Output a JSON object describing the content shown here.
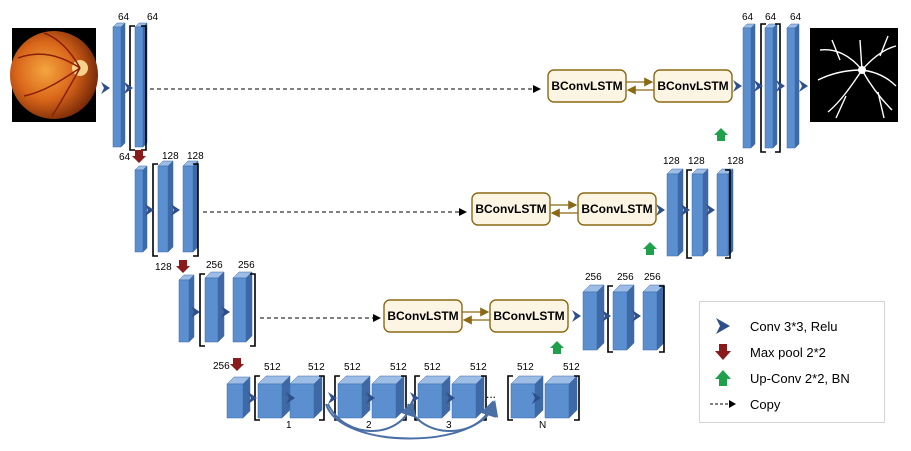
{
  "retina_image": "retina-fundus-photo",
  "vessel_mask_image": "vessel-segmentation-mask",
  "block_label": "BConvLSTM",
  "channels": {
    "l1_enc": [
      "64",
      "64"
    ],
    "l1_pool": "64",
    "l2_enc": [
      "128",
      "128"
    ],
    "l2_pool": "128",
    "l3_enc": [
      "256",
      "256"
    ],
    "l3_pool": "256",
    "l4_enc": [
      "512",
      "512",
      "512",
      "512",
      "512",
      "512",
      "512",
      "512"
    ],
    "l1_dec": [
      "64",
      "64",
      "64"
    ],
    "l2_dec": [
      "128",
      "128",
      "128"
    ],
    "l3_dec": [
      "256",
      "256",
      "256"
    ]
  },
  "dense_block_labels": [
    "1",
    "2",
    "3",
    "N"
  ],
  "ellipsis": "...",
  "legend": {
    "conv": "Conv 3*3, Relu",
    "pool": "Max pool 2*2",
    "upconv": "Up-Conv 2*2, BN",
    "copy": "Copy"
  },
  "colors": {
    "block_face": "#5b8fd0",
    "block_side": "#3d6aa6",
    "block_top": "#9dbde6",
    "arrow_conv": "#2f4f8a",
    "arrow_pool": "#8b1a1a",
    "arrow_up": "#1fa04a",
    "lstm_fill": "#fdf5e3",
    "lstm_border": "#8b6914",
    "skip_arc": "#4a6fa5"
  }
}
